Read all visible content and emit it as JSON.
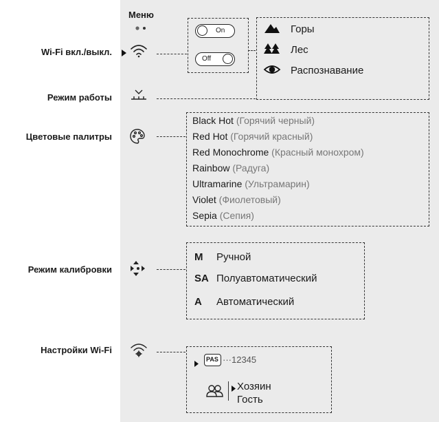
{
  "menu_title": "Меню",
  "labels": {
    "wifi_toggle": "Wi-Fi вкл./выкл.",
    "work_mode": "Режим работы",
    "palettes": "Цветовые палитры",
    "calibration": "Режим калибровки",
    "wifi_settings": "Настройки Wi-Fi"
  },
  "toggles": {
    "on": "On",
    "off": "Off"
  },
  "modes": [
    {
      "icon": "mountain-icon",
      "label": "Горы"
    },
    {
      "icon": "forest-icon",
      "label": "Лес"
    },
    {
      "icon": "eye-icon",
      "label": "Распознавание"
    }
  ],
  "palettes": [
    {
      "name": "Black Hot",
      "translation": "(Горячий черный)"
    },
    {
      "name": "Red Hot",
      "translation": "(Горячий красный)"
    },
    {
      "name": "Red Monochrome",
      "translation": "(Красный монохром)"
    },
    {
      "name": "Rainbow",
      "translation": "(Радуга)"
    },
    {
      "name": "Ultramarine",
      "translation": "(Ультрамарин)"
    },
    {
      "name": "Violet",
      "translation": "(Фиолетовый)"
    },
    {
      "name": "Sepia",
      "translation": "(Сепия)"
    }
  ],
  "calibration": [
    {
      "code": "M",
      "label": "Ручной"
    },
    {
      "code": "SA",
      "label": "Полуавтоматический"
    },
    {
      "code": "A",
      "label": "Автоматический"
    }
  ],
  "wifi_settings": {
    "pas_label": "PAS",
    "password": "···12345",
    "users": [
      "Хозяин",
      "Гость"
    ]
  }
}
